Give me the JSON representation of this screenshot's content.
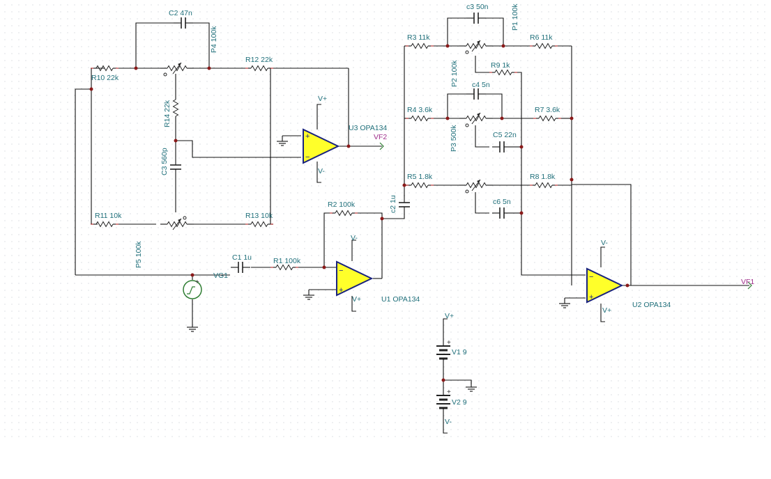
{
  "components": {
    "R10": "R10 22k",
    "R11": "R11 10k",
    "R12": "R12 22k",
    "R13": "R13 10k",
    "R14": "R14 22k",
    "R1": "R1 100k",
    "R2": "R2 100k",
    "R3": "R3 11k",
    "R4": "R4 3.6k",
    "R5": "R5 1.8k",
    "R6": "R6 11k",
    "R7": "R7 3.6k",
    "R8": "R8 1.8k",
    "R9": "R9 1k",
    "C1": "C1 1u",
    "C2": "C2 47n",
    "C3": "C3 560p",
    "c2": "c2 1u",
    "c3": "c3 50n",
    "c4": "c4 5n",
    "C5": "C5 22n",
    "c6": "c6 5n",
    "P1": "P1 100k",
    "P2": "P2 100k",
    "P3": "P3 500k",
    "P4": "P4 100k",
    "P5": "P5 100k",
    "U1": "U1 OPA134",
    "U2": "U2 OPA134",
    "U3": "U3 OPA134",
    "VG1": "VG1",
    "V1": "V1 9",
    "V2": "V2 9"
  },
  "nets": {
    "vplus": "V+",
    "vminus": "V-",
    "vf1": "VF1",
    "vf2": "VF2",
    "plus_sign": "+",
    "minus_sign": "−"
  },
  "colors": {
    "opamp_fill": "#ffff2a",
    "opamp_outline": "#1a237e",
    "label": "#1f6f7a",
    "output_label": "#a0308c",
    "node": "#8a1a1a"
  }
}
